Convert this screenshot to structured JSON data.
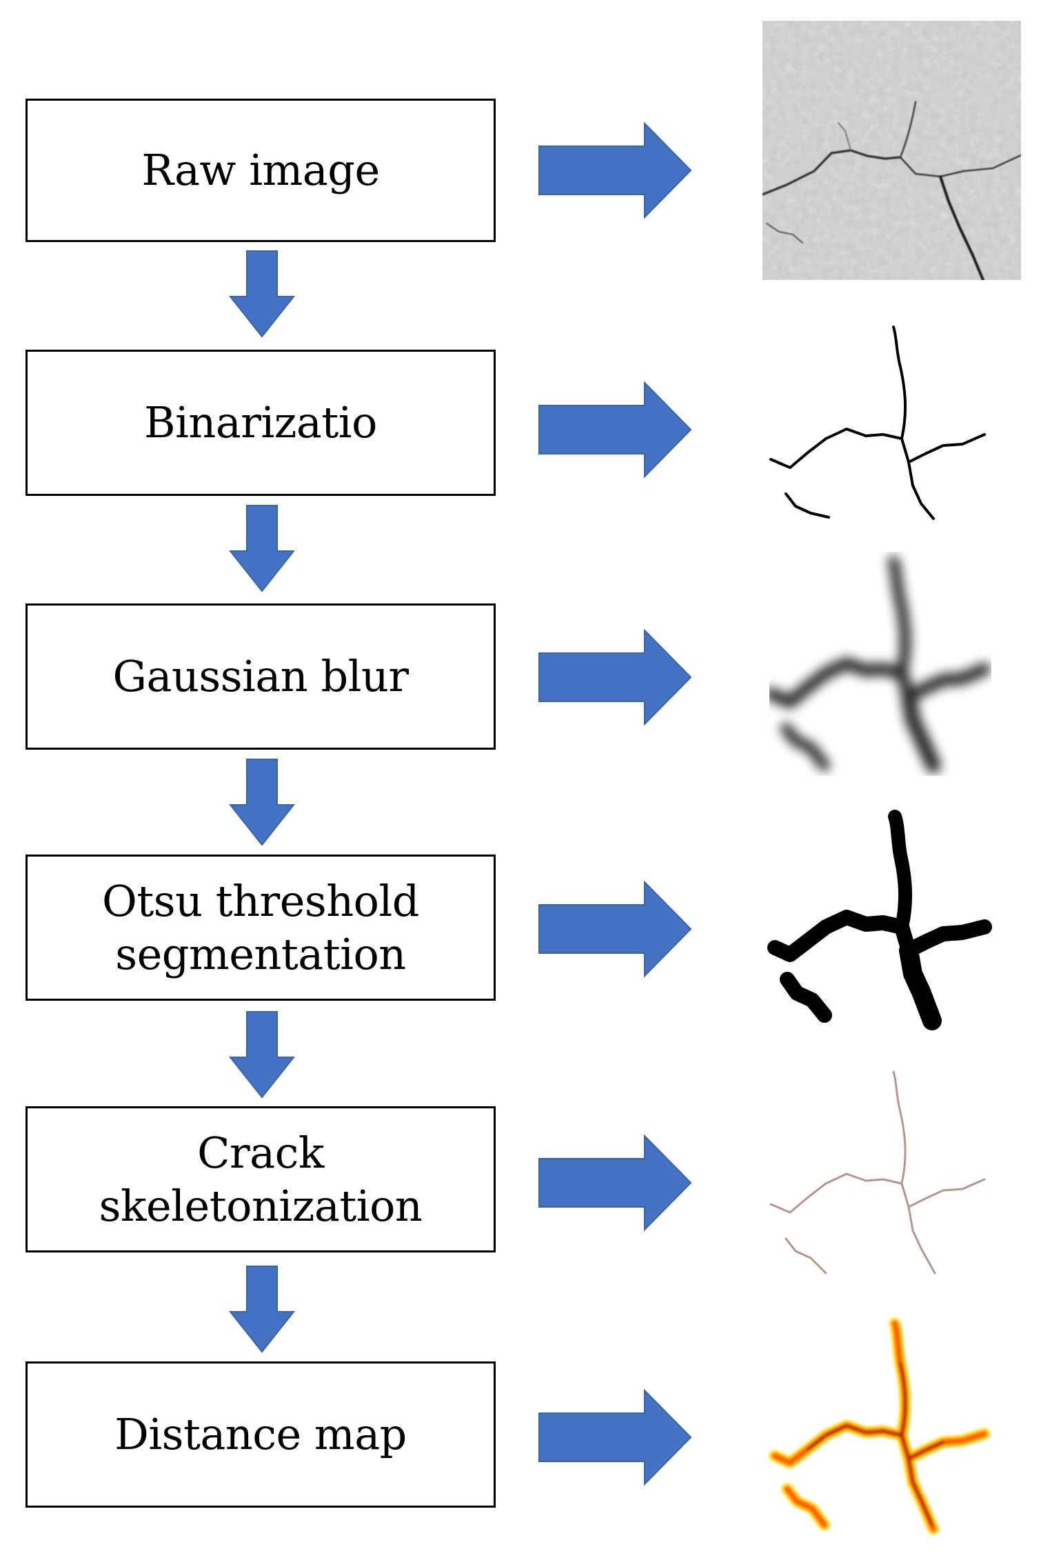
{
  "steps": [
    {
      "label": "Raw image"
    },
    {
      "label": "Binarizatio"
    },
    {
      "label": "Gaussian blur"
    },
    {
      "label": "Otsu threshold\nsegmentation"
    },
    {
      "label": "Crack\nskeletonization"
    },
    {
      "label": "Distance map"
    }
  ],
  "colors": {
    "arrow_fill": "#4472C4",
    "arrow_stroke": "#3A62A8",
    "box_border": "#000000",
    "raw_background": "#c9c9c9",
    "skeleton_stroke": "#b5968c",
    "distance_outer": "#ffd400",
    "distance_mid": "#ff5a00",
    "distance_core": "#8b0000"
  },
  "icons": {
    "flow_arrow": "down-arrow-icon",
    "result_arrow": "right-arrow-icon"
  }
}
